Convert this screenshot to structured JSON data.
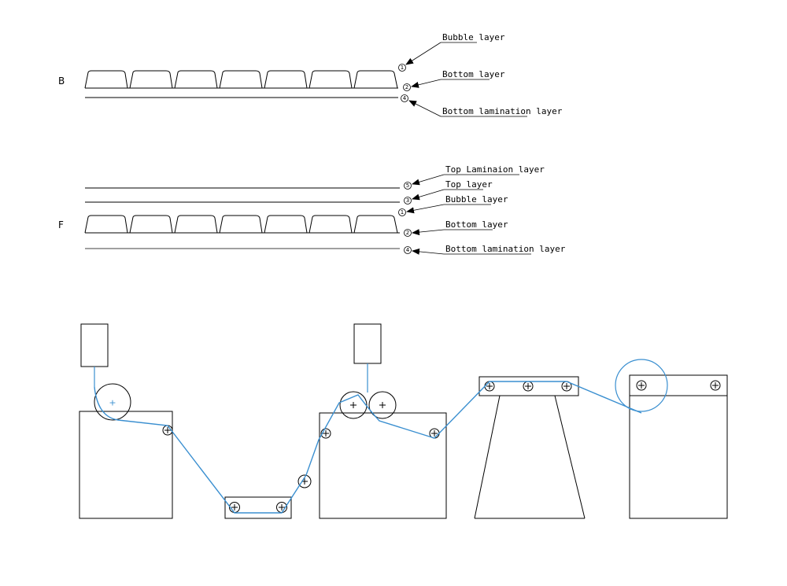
{
  "section_b": {
    "mark": "B",
    "labels": [
      {
        "number": "1",
        "text": "Bubble layer"
      },
      {
        "number": "2",
        "text": "Bottom layer"
      },
      {
        "number": "4",
        "text": "Bottom lamination layer"
      }
    ]
  },
  "section_f": {
    "mark": "F",
    "labels": [
      {
        "number": "5",
        "text": "Top Laminaion layer"
      },
      {
        "number": "3",
        "text": "Top layer"
      },
      {
        "number": "1",
        "text": "Bubble layer"
      },
      {
        "number": "2",
        "text": "Bottom layer"
      },
      {
        "number": "4",
        "text": "Bottom lamination layer"
      }
    ]
  },
  "colors": {
    "film_path": "#3a8fd0",
    "line": "#000000"
  }
}
